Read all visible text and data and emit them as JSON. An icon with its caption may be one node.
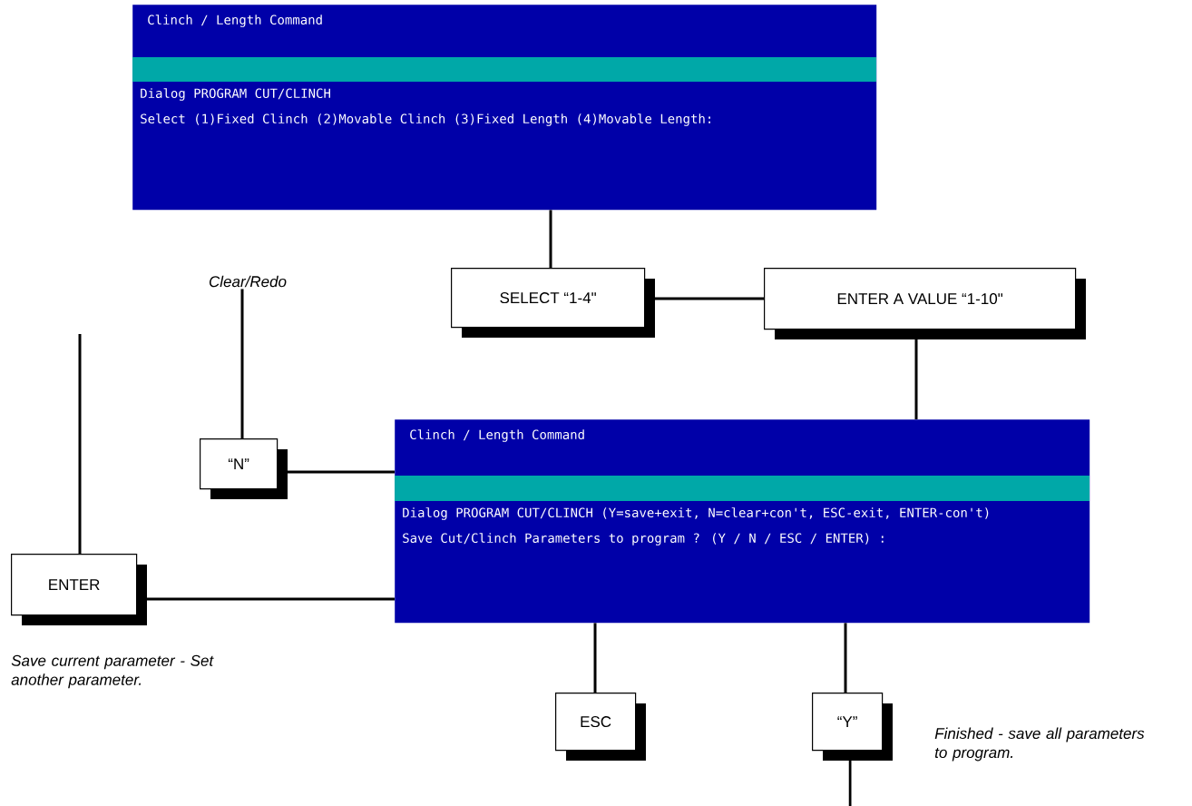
{
  "diagram": {
    "nodes": [
      {
        "text": [
          "Clinch / Length Command",
          "Dialog PROGRAM CUT/CLINCH",
          "Select (1)Fixed Clinch (2)Movable Clinch (3)Fixed Length (4)Movable Length:"
        ]
      },
      {
        "text": [
          "SELECT “1-4\""
        ]
      },
      {
        "text": [
          "ENTER A VALUE “1-10\""
        ]
      },
      {
        "text": [
          "Clinch / Length Command",
          "Dialog PROGRAM CUT/CLINCH (Y=save+exit, N=clear+con't, ESC-exit, ENTER-con't)",
          "Save Cut/Clinch Parameters to program ? (Y / N / ESC / ENTER) :"
        ]
      },
      {
        "text": [
          "Clear/Redo"
        ]
      },
      {
        "text": [
          "“N”"
        ]
      },
      {
        "text": [
          "ENTER"
        ],
        "beside": [
          "Save current parameter - Set another parameter."
        ]
      },
      {
        "text": [
          "ESC"
        ]
      },
      {
        "text": [
          "“Y”"
        ],
        "beside": [
          "Finished - save all parameters to program."
        ]
      }
    ],
    "edges": [
      {
        "from": 0,
        "to": 1,
        "arrow": "none"
      },
      {
        "from": 1,
        "to": 2,
        "arrow": "none"
      },
      {
        "from": 2,
        "to": 3,
        "arrow": "none"
      },
      {
        "from": 3,
        "to": 5,
        "arrow": "none"
      },
      {
        "from": 5,
        "to": 4,
        "arrow": "none"
      },
      {
        "from": 3,
        "to": 6,
        "arrow": "none"
      },
      {
        "from": 6,
        "to": null,
        "arrow": "none"
      },
      {
        "from": 3,
        "to": 7,
        "arrow": "none"
      },
      {
        "from": 3,
        "to": 8,
        "arrow": "none"
      },
      {
        "from": 8,
        "to": null,
        "arrow": "none"
      }
    ]
  }
}
